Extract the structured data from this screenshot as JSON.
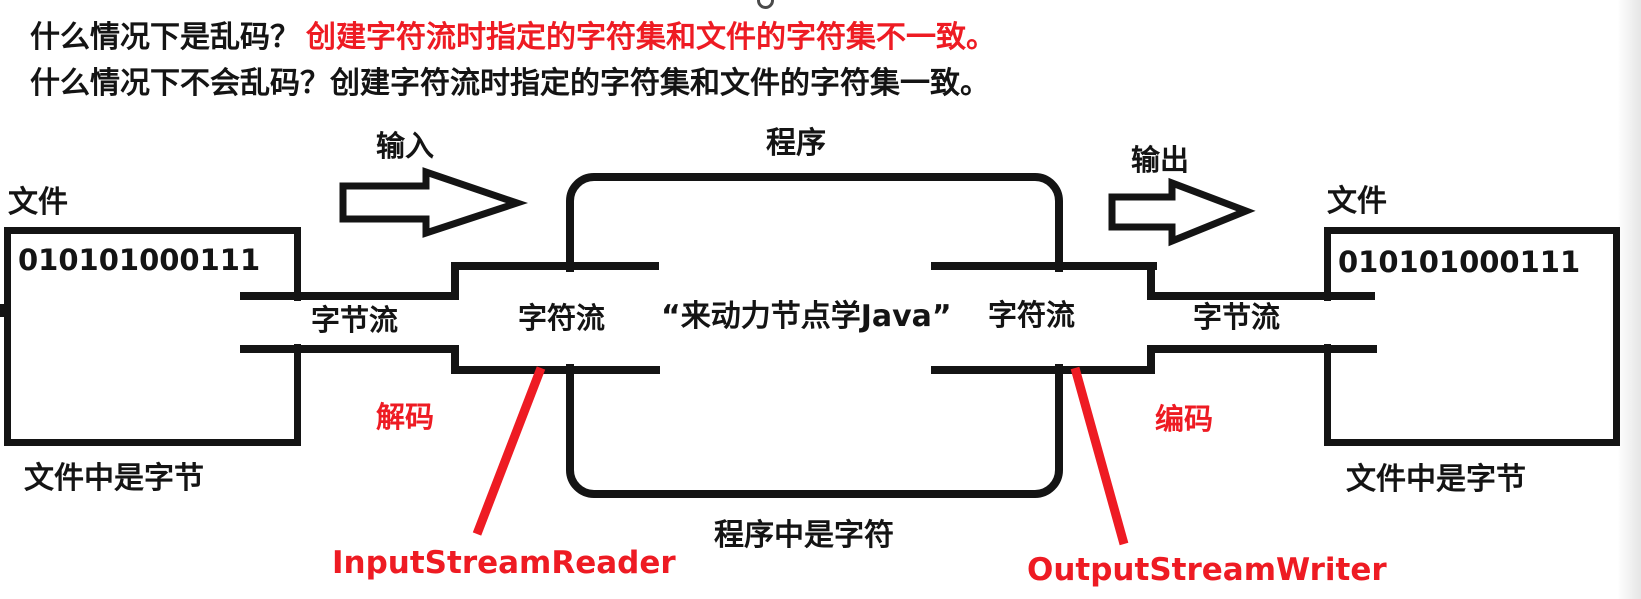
{
  "colors": {
    "ink": "#141414",
    "accent_red": "#ee1b23"
  },
  "header": {
    "q1_black": "什么情况下是乱码？",
    "q1_red": "创建字符流时指定的字符集和文件的字符集不一致。",
    "q2": "什么情况下不会乱码？创建字符流时指定的字符集和文件的字符集一致。"
  },
  "diagram": {
    "input_label": "输入",
    "output_label": "输出",
    "left_file": {
      "title": "文件",
      "content": "010101000111",
      "caption": "文件中是字节"
    },
    "right_file": {
      "title": "文件",
      "content": "010101000111",
      "caption": "文件中是字节"
    },
    "program": {
      "title": "程序",
      "content": "“来动力节点学Java”",
      "caption": "程序中是字符"
    },
    "streams": {
      "left_byte": "字节流",
      "left_char": "字符流",
      "right_char": "字符流",
      "right_byte": "字节流"
    },
    "decode_label": "解码",
    "encode_label": "编码",
    "reader_label": "InputStreamReader",
    "writer_label": "OutputStreamWriter"
  }
}
